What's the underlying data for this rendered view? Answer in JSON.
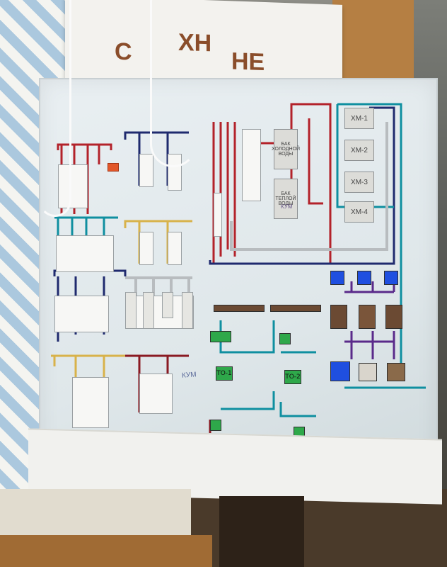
{
  "sign": {
    "line1": [
      "С",
      "ХН"
    ],
    "line2": [
      "НЕ"
    ]
  },
  "panel": {
    "tanks": [
      {
        "label": "БАК ХОЛОДНОЙ ВОДЫ"
      },
      {
        "label": "БАК ТЕПЛОЙ ВОДЫ"
      }
    ],
    "chillers": [
      "ХМ-1",
      "ХМ-2",
      "ХМ-3",
      "ХМ-4"
    ],
    "pump_tags": [
      "ТО-1",
      "ТО-2"
    ],
    "annotations": [
      "КУМ",
      "КУМ"
    ],
    "colors": {
      "red": "#b3222a",
      "navy": "#1f2a6e",
      "purple": "#5a2a8a",
      "teal": "#0f8fa0",
      "yellow": "#d8b24a",
      "gray": "#b8bcbf",
      "green": "#2ea84a",
      "blue_square": "#1f4fe0",
      "orange": "#e2572a"
    }
  }
}
